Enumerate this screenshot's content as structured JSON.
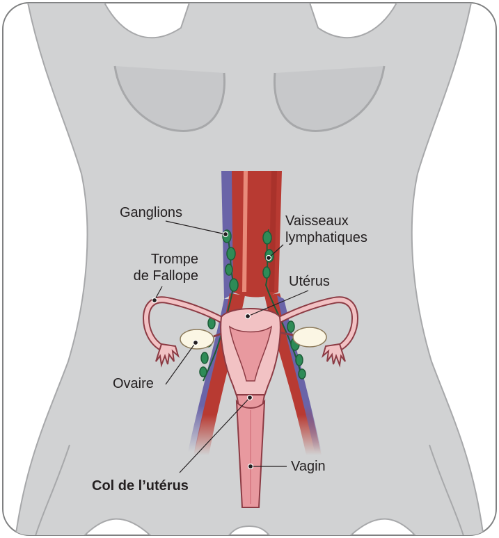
{
  "labels": {
    "ganglions": "Ganglions",
    "vaisseaux_line1": "Vaisseaux",
    "vaisseaux_line2": "lymphatiques",
    "trompe_line1": "Trompe",
    "trompe_line2": "de Fallope",
    "uterus": "Utérus",
    "ovaire": "Ovaire",
    "vagin": "Vagin",
    "col": "Col de l’utérus"
  },
  "colors": {
    "body_fill": "#d1d2d3",
    "body_outline": "#a7a8aa",
    "artery": "#b83a32",
    "artery_light": "#d95d4a",
    "vein": "#6a64a8",
    "lymph_node": "#2e8b57",
    "lymph_node_dark": "#1d5c38",
    "uterus_outer": "#f2c2c4",
    "uterus_inner": "#e8999f",
    "uterus_line": "#8c3b44",
    "ovary": "#fbf6e4",
    "label_text": "#231f20",
    "frame": "#7f8081"
  }
}
